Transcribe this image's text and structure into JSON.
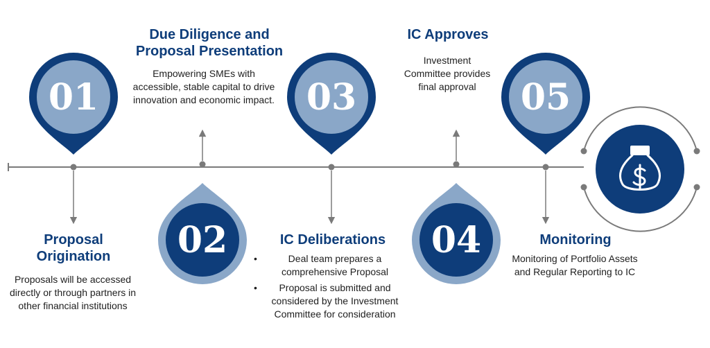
{
  "steps": [
    {
      "number": "01",
      "title": "Proposal Origination",
      "description": "Proposals will be accessed directly or through partners in other financial institutions"
    },
    {
      "number": "02",
      "title": "Due Diligence and Proposal Presentation",
      "description": "Empowering SMEs with accessible, stable capital to drive innovation and economic impact."
    },
    {
      "number": "03",
      "title": "IC Deliberations",
      "bullets": [
        "Deal team prepares a comprehensive Proposal",
        "Proposal is submitted and considered by the Investment Committee for consideration"
      ]
    },
    {
      "number": "04",
      "title": "IC Approves",
      "description": "Investment Committee provides final approval"
    },
    {
      "number": "05",
      "title": "Monitoring",
      "description": "Monitoring of Portfolio Assets and Regular Reporting to IC"
    }
  ],
  "colors": {
    "dark_blue": "#0e3d7a",
    "light_blue": "#8aa7c8",
    "line_gray": "#7a7a7a"
  },
  "icons": {
    "final": "money-bag-dollar-icon"
  }
}
